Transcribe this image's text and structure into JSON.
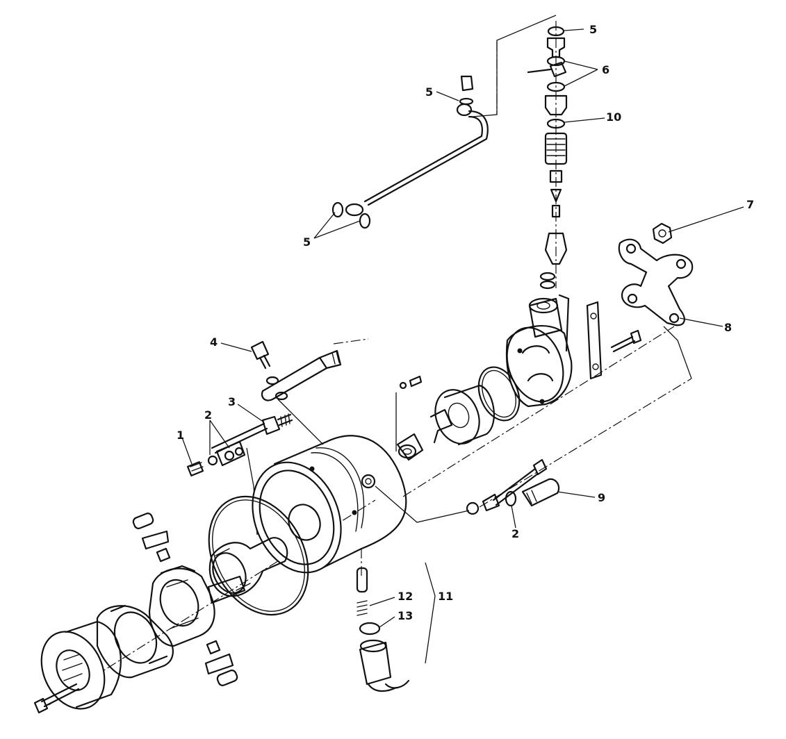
{
  "diagram": {
    "callouts": [
      {
        "id": "c1",
        "label": "1"
      },
      {
        "id": "c2a",
        "label": "2"
      },
      {
        "id": "c2b",
        "label": "2"
      },
      {
        "id": "c3",
        "label": "3"
      },
      {
        "id": "c4",
        "label": "4"
      },
      {
        "id": "c5a",
        "label": "5"
      },
      {
        "id": "c5b",
        "label": "5"
      },
      {
        "id": "c5c",
        "label": "5"
      },
      {
        "id": "c6",
        "label": "6"
      },
      {
        "id": "c7",
        "label": "7"
      },
      {
        "id": "c8",
        "label": "8"
      },
      {
        "id": "c9",
        "label": "9"
      },
      {
        "id": "c10",
        "label": "10"
      },
      {
        "id": "c11",
        "label": "11"
      },
      {
        "id": "c12",
        "label": "12"
      },
      {
        "id": "c13",
        "label": "13"
      }
    ]
  }
}
